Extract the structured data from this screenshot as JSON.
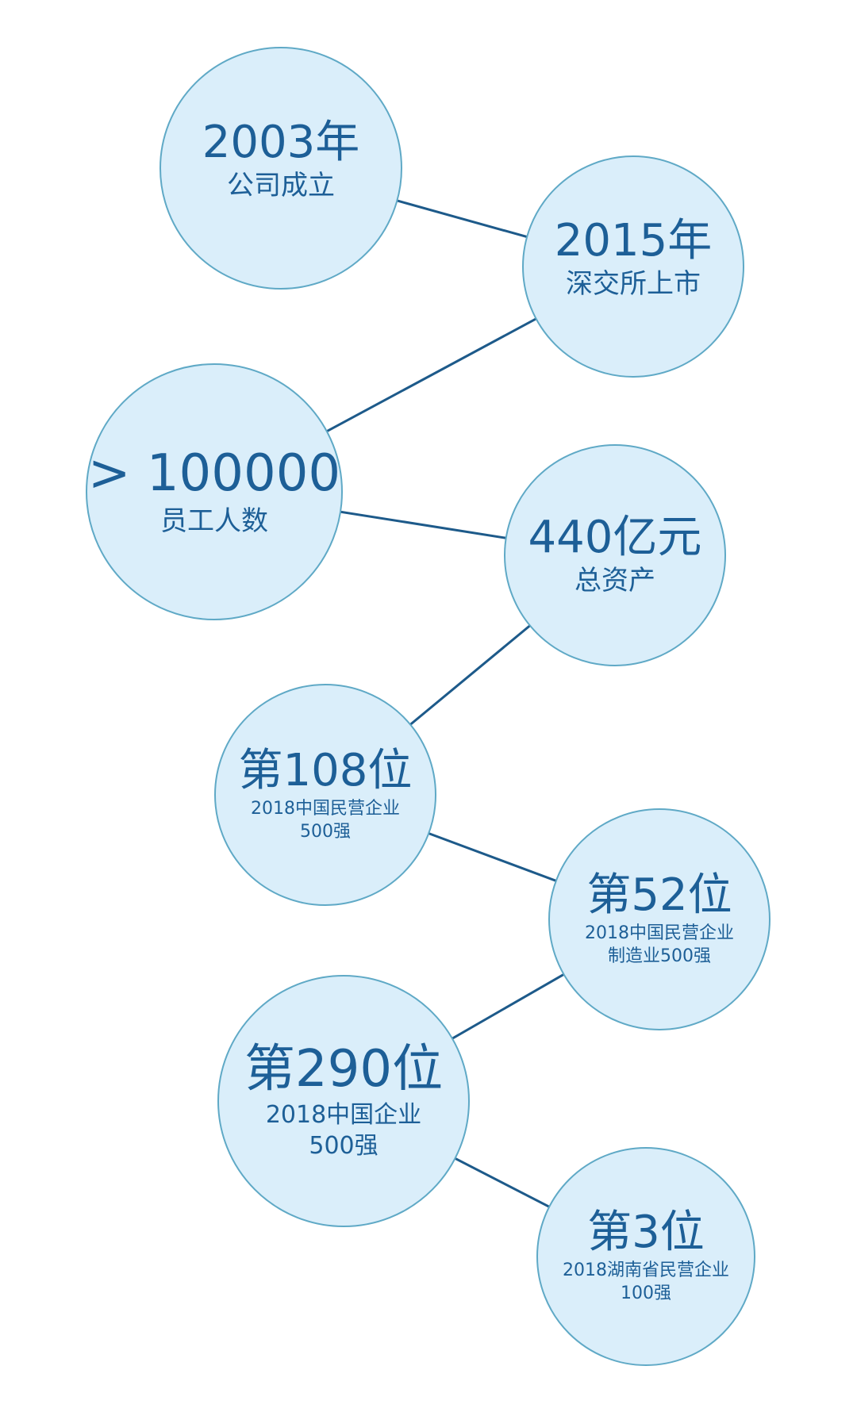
{
  "nodes": [
    {
      "title": "2003年",
      "lines": [
        "公司成立"
      ]
    },
    {
      "title": "2015年",
      "lines": [
        "深交所上市"
      ]
    },
    {
      "title": "> 100000",
      "lines": [
        "员工人数"
      ]
    },
    {
      "title": "440亿元",
      "lines": [
        "总资产"
      ]
    },
    {
      "title": "第108位",
      "lines": [
        "2018中国民营企业",
        "500强"
      ]
    },
    {
      "title": "第52位",
      "lines": [
        "2018中国民营企业",
        "制造业500强"
      ]
    },
    {
      "title": "第290位",
      "lines": [
        "2018中国企业",
        "500强"
      ]
    },
    {
      "title": "第3位",
      "lines": [
        "2018湖南省民营企业",
        "100强"
      ]
    }
  ],
  "colors": {
    "fill": "#daeefa",
    "border": "#5fa9c6",
    "text": "#1d5f97",
    "link": "#1d5a8a"
  }
}
